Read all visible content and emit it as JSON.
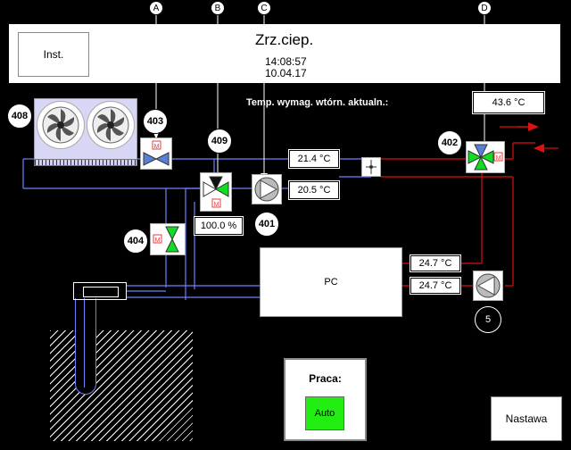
{
  "header": {
    "inst_button": "Inst.",
    "title": "Zrz.ciep.",
    "time": "14:08:57",
    "date": "10.04.17"
  },
  "setpoint": {
    "caption": "Temp. wymag. wtórn. aktualn.:",
    "value": "43.6 °C"
  },
  "sensors": {
    "supply_primary": "21.4 °C",
    "return_primary": "20.5 °C",
    "pc_out_top": "24.7 °C",
    "pc_out_bottom": "24.7 °C",
    "valve_409_open": "100.0 %"
  },
  "devices": {
    "drycooler": "408",
    "valve_403": "403",
    "valve_409": "409",
    "pump_401": "401",
    "valve_402": "402",
    "valve_404": "404",
    "pump_5": "5",
    "heat_pump": "PC"
  },
  "markers": {
    "a": "A",
    "b": "B",
    "c": "C",
    "d": "D"
  },
  "mode": {
    "title": "Praca:",
    "auto_button": "Auto"
  },
  "buttons": {
    "nastawa": "Nastawa"
  },
  "colors": {
    "background": "#000000",
    "cold_pipe": "#6f7fff",
    "hot_pipe": "#dd1111",
    "auto_green": "#22ee11",
    "valve_green": "#11dd22"
  }
}
